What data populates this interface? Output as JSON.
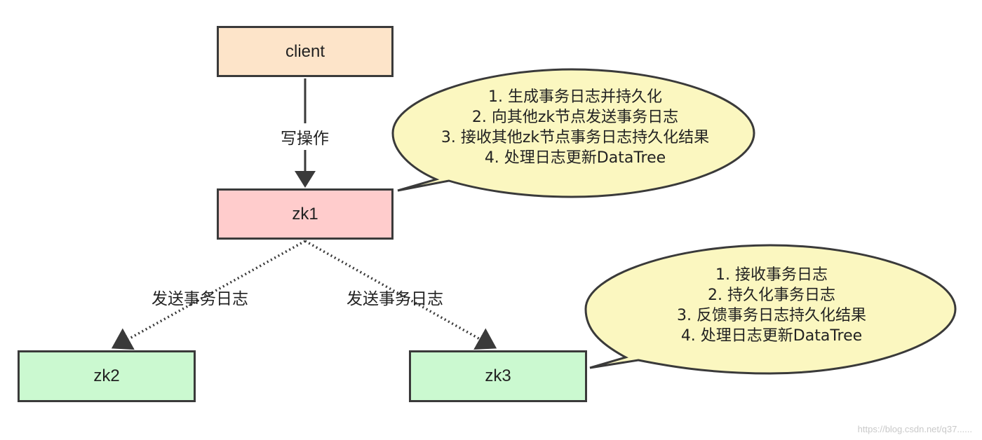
{
  "nodes": {
    "client": "client",
    "zk1": "zk1",
    "zk2": "zk2",
    "zk3": "zk3"
  },
  "edges": {
    "write_label": "写操作",
    "send_to_zk2_label": "发送事务日志",
    "send_to_zk3_label": "发送事务日志"
  },
  "callouts": {
    "zk1_steps": [
      "1. 生成事务日志并持久化",
      "2. 向其他zk节点发送事务日志",
      "3. 接收其他zk节点事务日志持久化结果",
      "4. 处理日志更新DataTree"
    ],
    "zk3_steps": [
      "1. 接收事务日志",
      "2. 持久化事务日志",
      "3. 反馈事务日志持久化结果",
      "4. 处理日志更新DataTree"
    ]
  },
  "watermark": "https://blog.csdn.net/q37......",
  "colors": {
    "client_fill": "#fde4c9",
    "zk1_fill": "#ffcccc",
    "follower_fill": "#cbf9d0",
    "callout_fill": "#fbf7c0",
    "stroke": "#3a3a3a"
  }
}
